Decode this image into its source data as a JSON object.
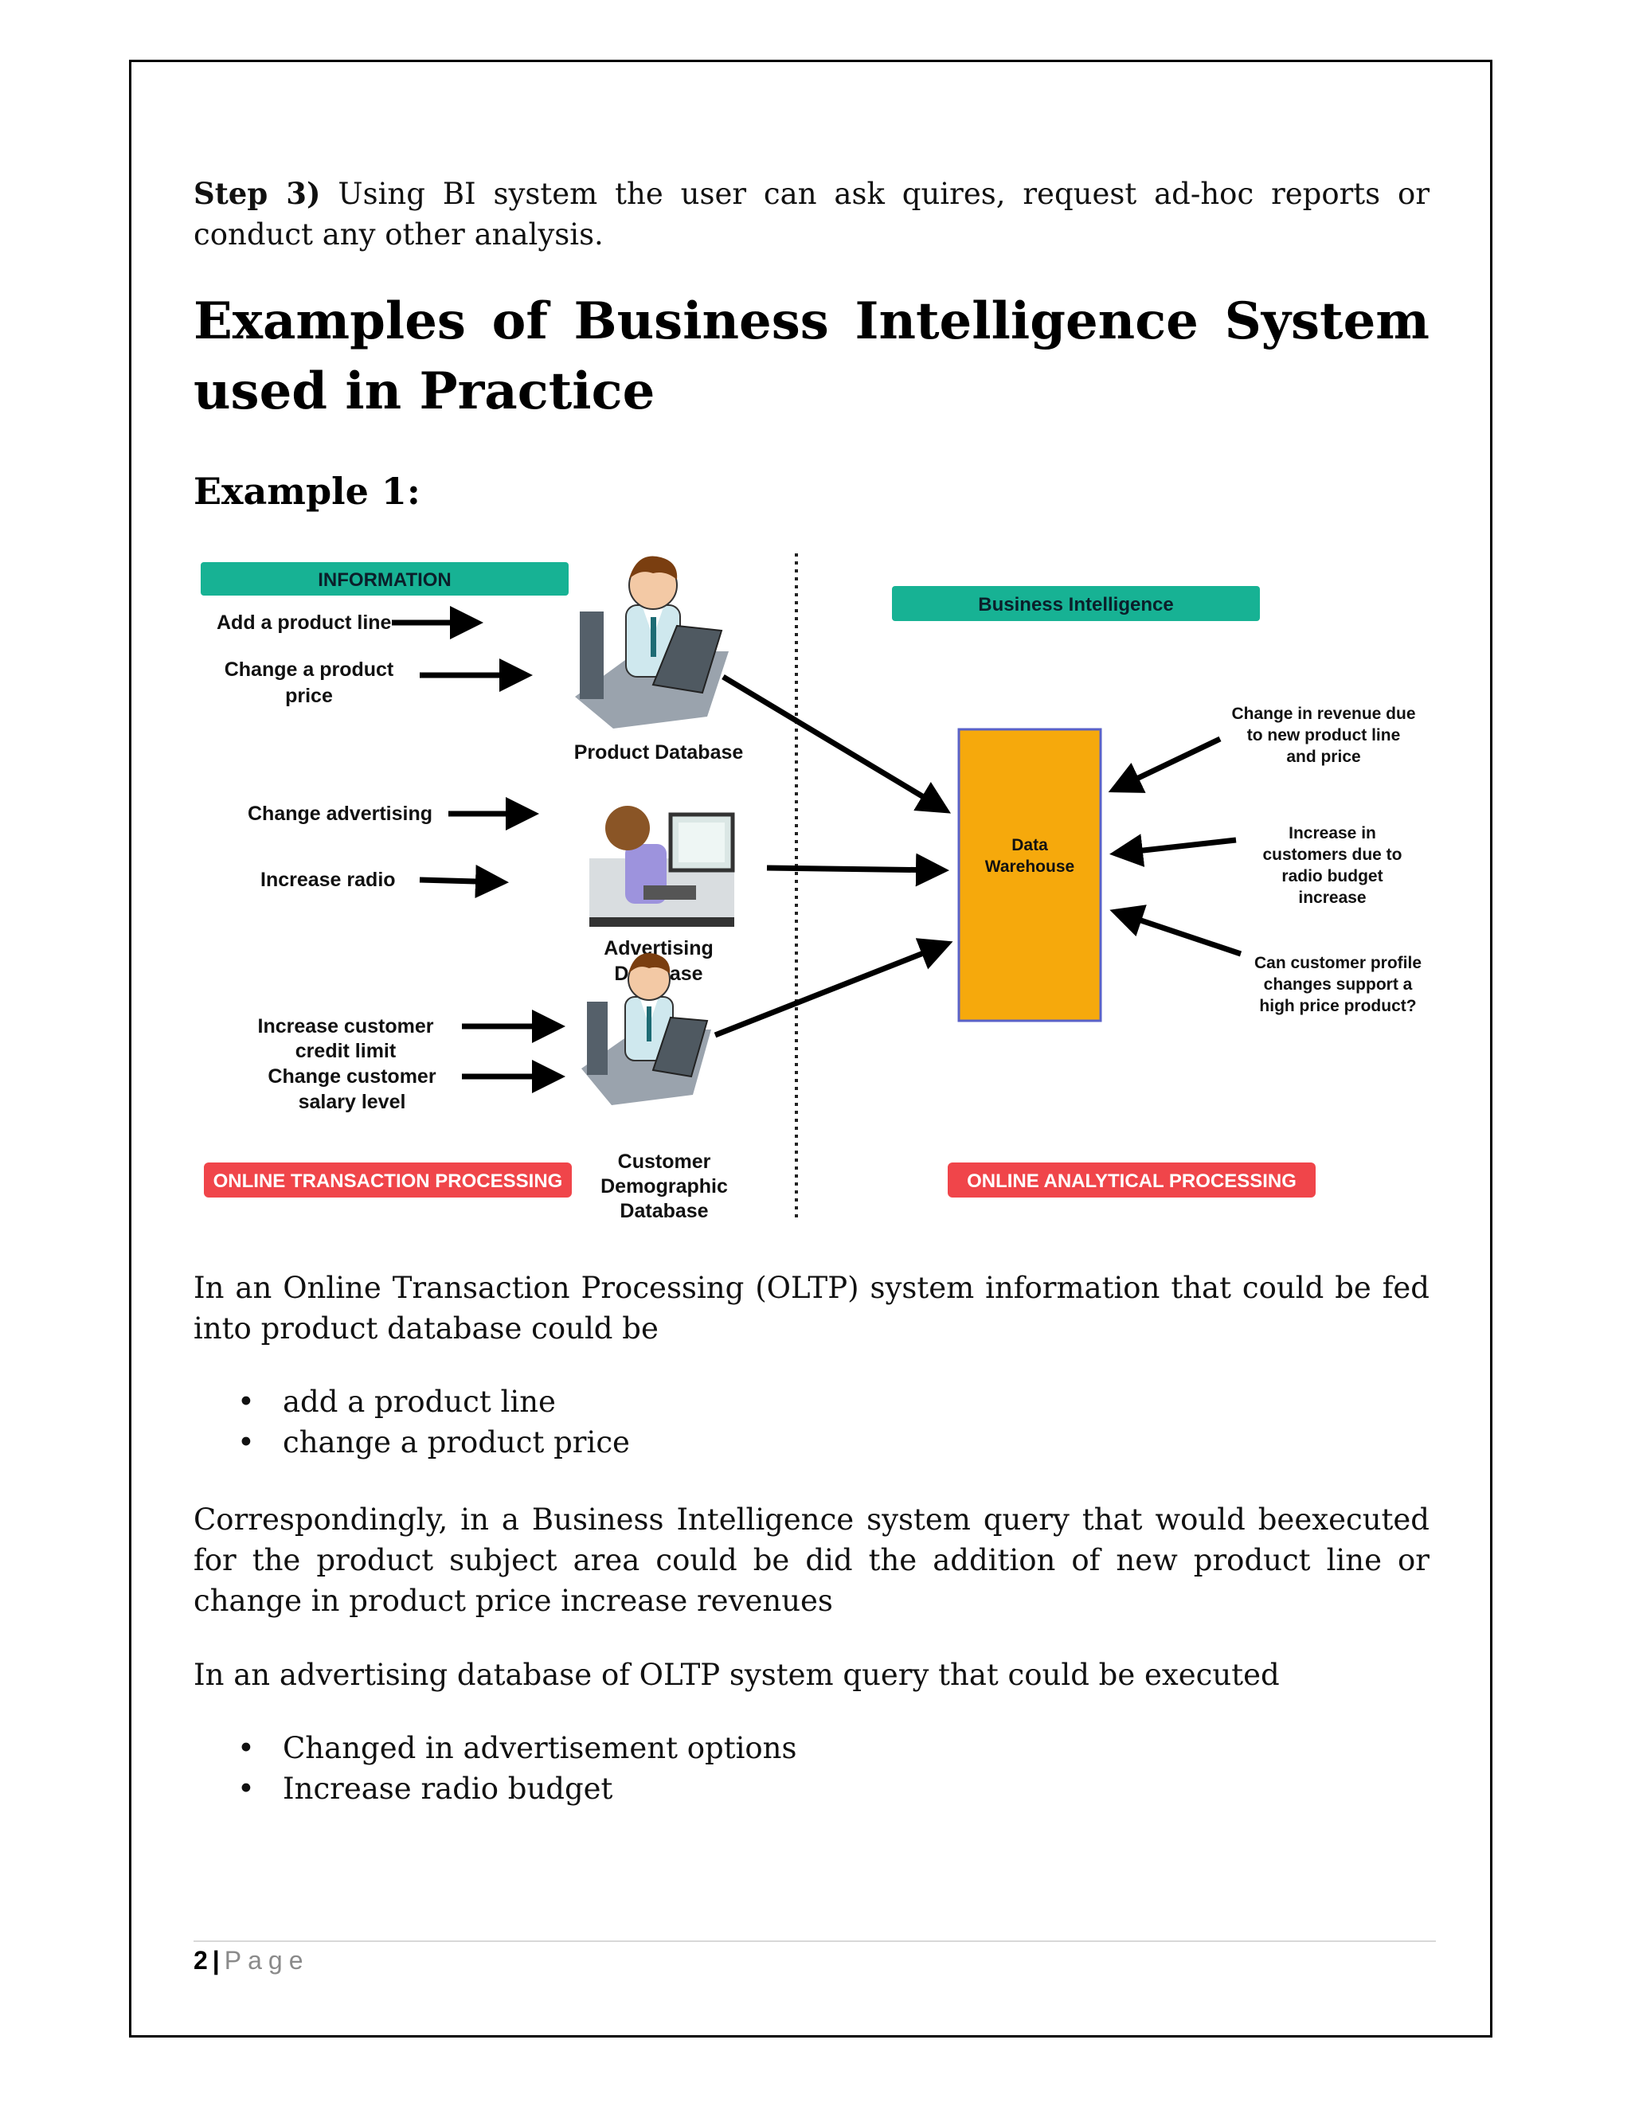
{
  "step3": {
    "label": "Step 3)",
    "text": "Using BI system the user can ask quires, request ad-hoc reports or conduct any other analysis."
  },
  "title": "Examples of Business Intelligence System used in Practice",
  "example_heading": "Example 1:",
  "diagram": {
    "information_banner": "INFORMATION",
    "bi_banner": "Business Intelligence",
    "oltp_banner": "ONLINE TRANSACTION PROCESSING",
    "olap_banner": "ONLINE ANALYTICAL PROCESSING",
    "left_items": {
      "add_product_line": "Add a product line",
      "change_price_1": "Change a product",
      "change_price_2": "price",
      "change_advertising": "Change advertising",
      "increase_radio": "Increase radio",
      "increase_credit_1": "Increase customer",
      "increase_credit_2": "credit limit",
      "change_salary_1": "Change customer",
      "change_salary_2": "salary level"
    },
    "databases": {
      "product": "Product Database",
      "advertising_1": "Advertising",
      "advertising_2": "Database",
      "customer_1": "Customer",
      "customer_2": "Demographic",
      "customer_3": "Database"
    },
    "warehouse_1": "Data",
    "warehouse_2": "Warehouse",
    "right_items": {
      "revenue_1": "Change in revenue due",
      "revenue_2": "to new product line",
      "revenue_3": "and price",
      "customers_1": "Increase in",
      "customers_2": "customers due to",
      "customers_3": "radio budget",
      "customers_4": "increase",
      "profile_1": "Can customer profile",
      "profile_2": "changes support a",
      "profile_3": "high price product?"
    },
    "colors": {
      "banner_green": "#17b294",
      "banner_red": "#f0454a",
      "warehouse_fill": "#f6a90c",
      "warehouse_border": "#5a62c8"
    }
  },
  "paragraph_oltp": "In an Online Transaction Processing (OLTP) system information that could be fed into product database could be",
  "bullets_1": [
    "add a product line",
    "change a product price"
  ],
  "paragraph_bi": "Correspondingly, in a Business Intelligence system query that would beexecuted for the product subject area could be did the addition of new product line or change in product price increase revenues",
  "paragraph_adv": "In an advertising database of OLTP system query that could be executed",
  "bullets_2": [
    "Changed in advertisement options",
    "Increase radio budget"
  ],
  "footer": {
    "page_number": "2",
    "separator": "|",
    "page_label": "Page"
  }
}
